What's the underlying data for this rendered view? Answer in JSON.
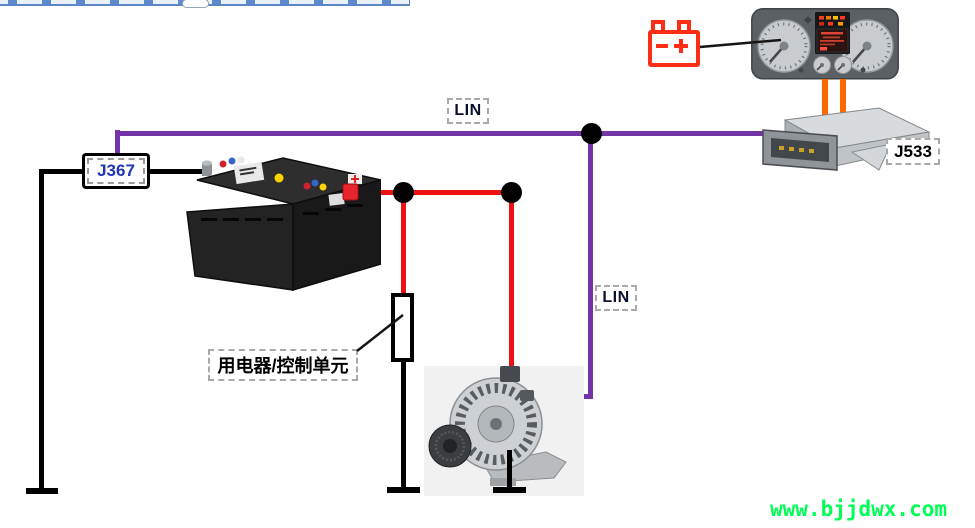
{
  "colors": {
    "lin_bus": "#7533a8",
    "power_wire": "#ee1111",
    "ground_wire": "#000000",
    "cluster_wire": "#ff6a00",
    "battery_symbol": "#ff2d16",
    "label_text_blue": "#1f36b4",
    "watermark_green": "#00ff55"
  },
  "diagram": {
    "labels": {
      "j367": "J367",
      "j533": "J533",
      "lin_top": "LIN",
      "lin_branch": "LIN",
      "consumer": "用电器/控制单元"
    }
  },
  "watermark": "www.bjjdwx.com"
}
